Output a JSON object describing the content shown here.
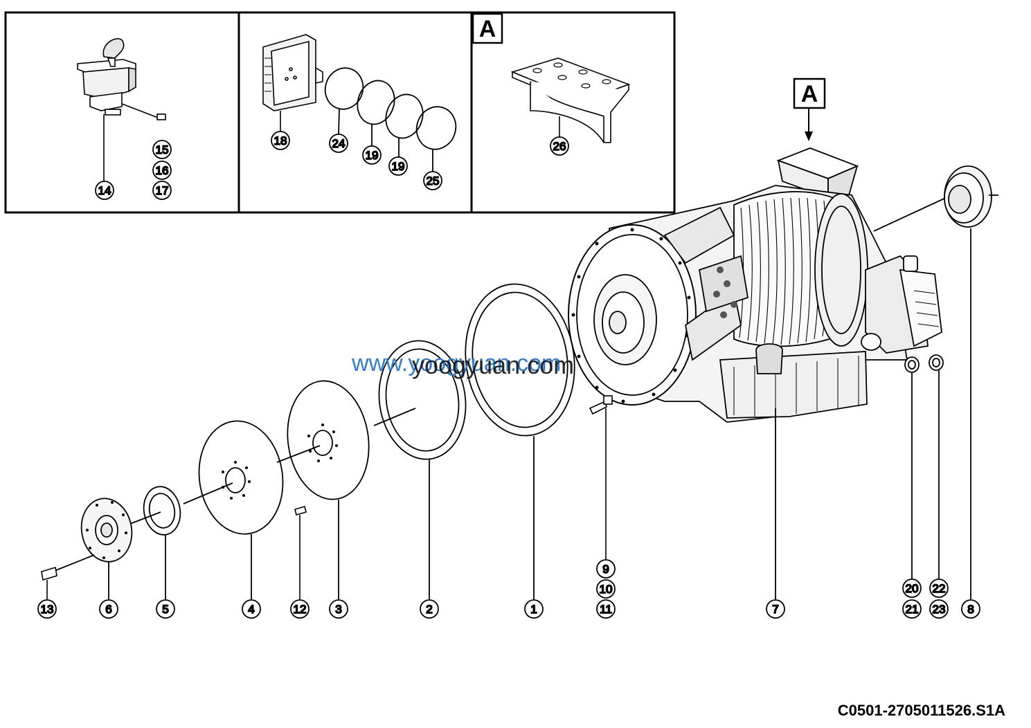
{
  "watermark": {
    "blue": "www.yoogyuan.com",
    "black": "yoogyuan.com"
  },
  "section_label": "A",
  "drawing_code": "C0501-2705011526.S1A",
  "callouts": {
    "c1": "1",
    "c2": "2",
    "c3": "3",
    "c4": "4",
    "c5": "5",
    "c6": "6",
    "c7": "7",
    "c8": "8",
    "c9": "9",
    "c10": "10",
    "c11": "11",
    "c12": "12",
    "c13": "13",
    "c14": "14",
    "c15": "15",
    "c16": "16",
    "c17": "17",
    "c18": "18",
    "c19a": "19",
    "c19b": "19",
    "c20": "20",
    "c21": "21",
    "c22": "22",
    "c23": "23",
    "c24": "24",
    "c25": "25",
    "c26": "26"
  }
}
